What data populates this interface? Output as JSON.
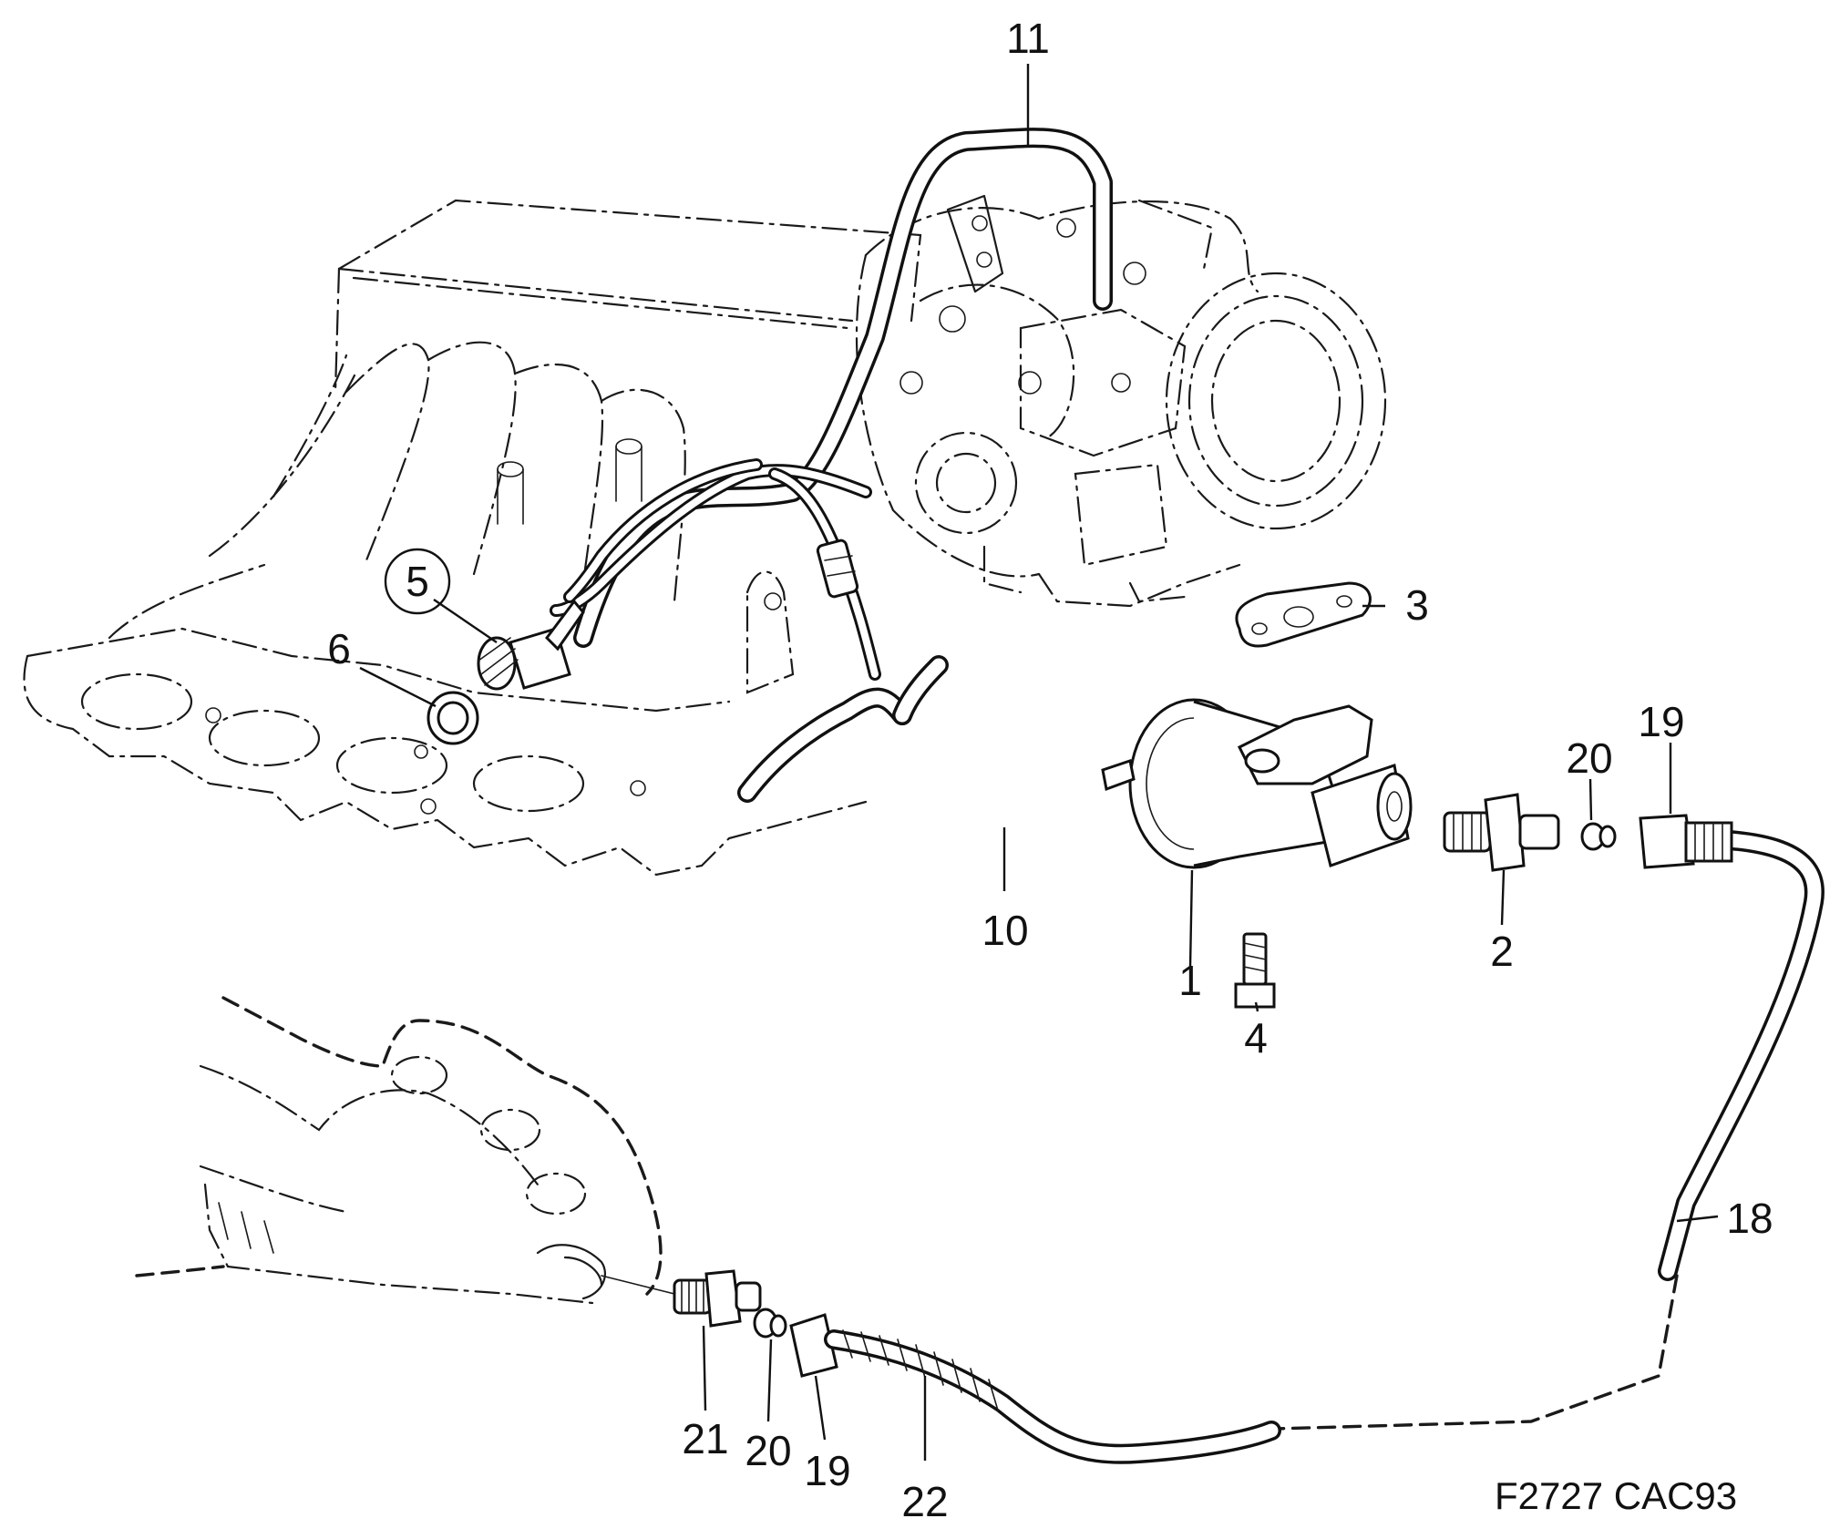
{
  "diagram": {
    "reference": "F2727 CAC93",
    "callouts": [
      "11",
      "3",
      "5",
      "6",
      "19",
      "20",
      "10",
      "1",
      "2",
      "4",
      "18",
      "21",
      "20",
      "19",
      "22"
    ]
  }
}
